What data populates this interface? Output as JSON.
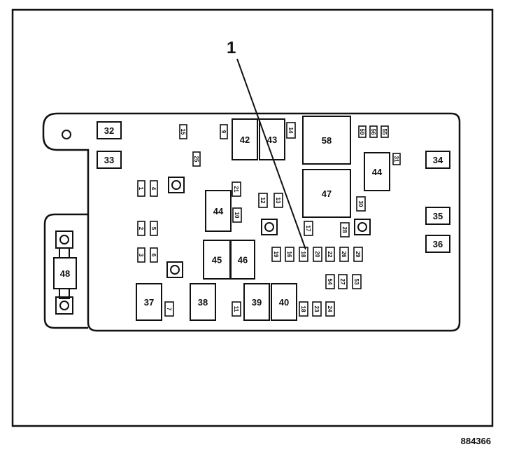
{
  "callouts": [
    {
      "label": "1"
    }
  ],
  "figure_id": "884366",
  "large_items": [
    {
      "label": "32"
    },
    {
      "label": "33"
    },
    {
      "label": "42"
    },
    {
      "label": "43"
    },
    {
      "label": "58"
    },
    {
      "label": "44"
    },
    {
      "label": "34"
    },
    {
      "label": "47"
    },
    {
      "label": "44"
    },
    {
      "label": "35"
    },
    {
      "label": "36"
    },
    {
      "label": "45"
    },
    {
      "label": "46"
    },
    {
      "label": "48"
    },
    {
      "label": "37"
    },
    {
      "label": "38"
    },
    {
      "label": "39"
    },
    {
      "label": "40"
    }
  ],
  "small_items": [
    {
      "label": "15"
    },
    {
      "label": "9"
    },
    {
      "label": "14"
    },
    {
      "label": "59"
    },
    {
      "label": "56"
    },
    {
      "label": "55"
    },
    {
      "label": "31"
    },
    {
      "label": "25"
    },
    {
      "label": "1"
    },
    {
      "label": "4"
    },
    {
      "label": "21"
    },
    {
      "label": "12"
    },
    {
      "label": "13"
    },
    {
      "label": "30"
    },
    {
      "label": "10"
    },
    {
      "label": "2"
    },
    {
      "label": "5"
    },
    {
      "label": "17"
    },
    {
      "label": "28"
    },
    {
      "label": "3"
    },
    {
      "label": "6"
    },
    {
      "label": "19"
    },
    {
      "label": "16"
    },
    {
      "label": "18"
    },
    {
      "label": "20"
    },
    {
      "label": "22"
    },
    {
      "label": "26"
    },
    {
      "label": "29"
    },
    {
      "label": "54"
    },
    {
      "label": "27"
    },
    {
      "label": "53"
    },
    {
      "label": "7"
    },
    {
      "label": "11"
    },
    {
      "label": "18"
    },
    {
      "label": "23"
    },
    {
      "label": "24"
    }
  ]
}
